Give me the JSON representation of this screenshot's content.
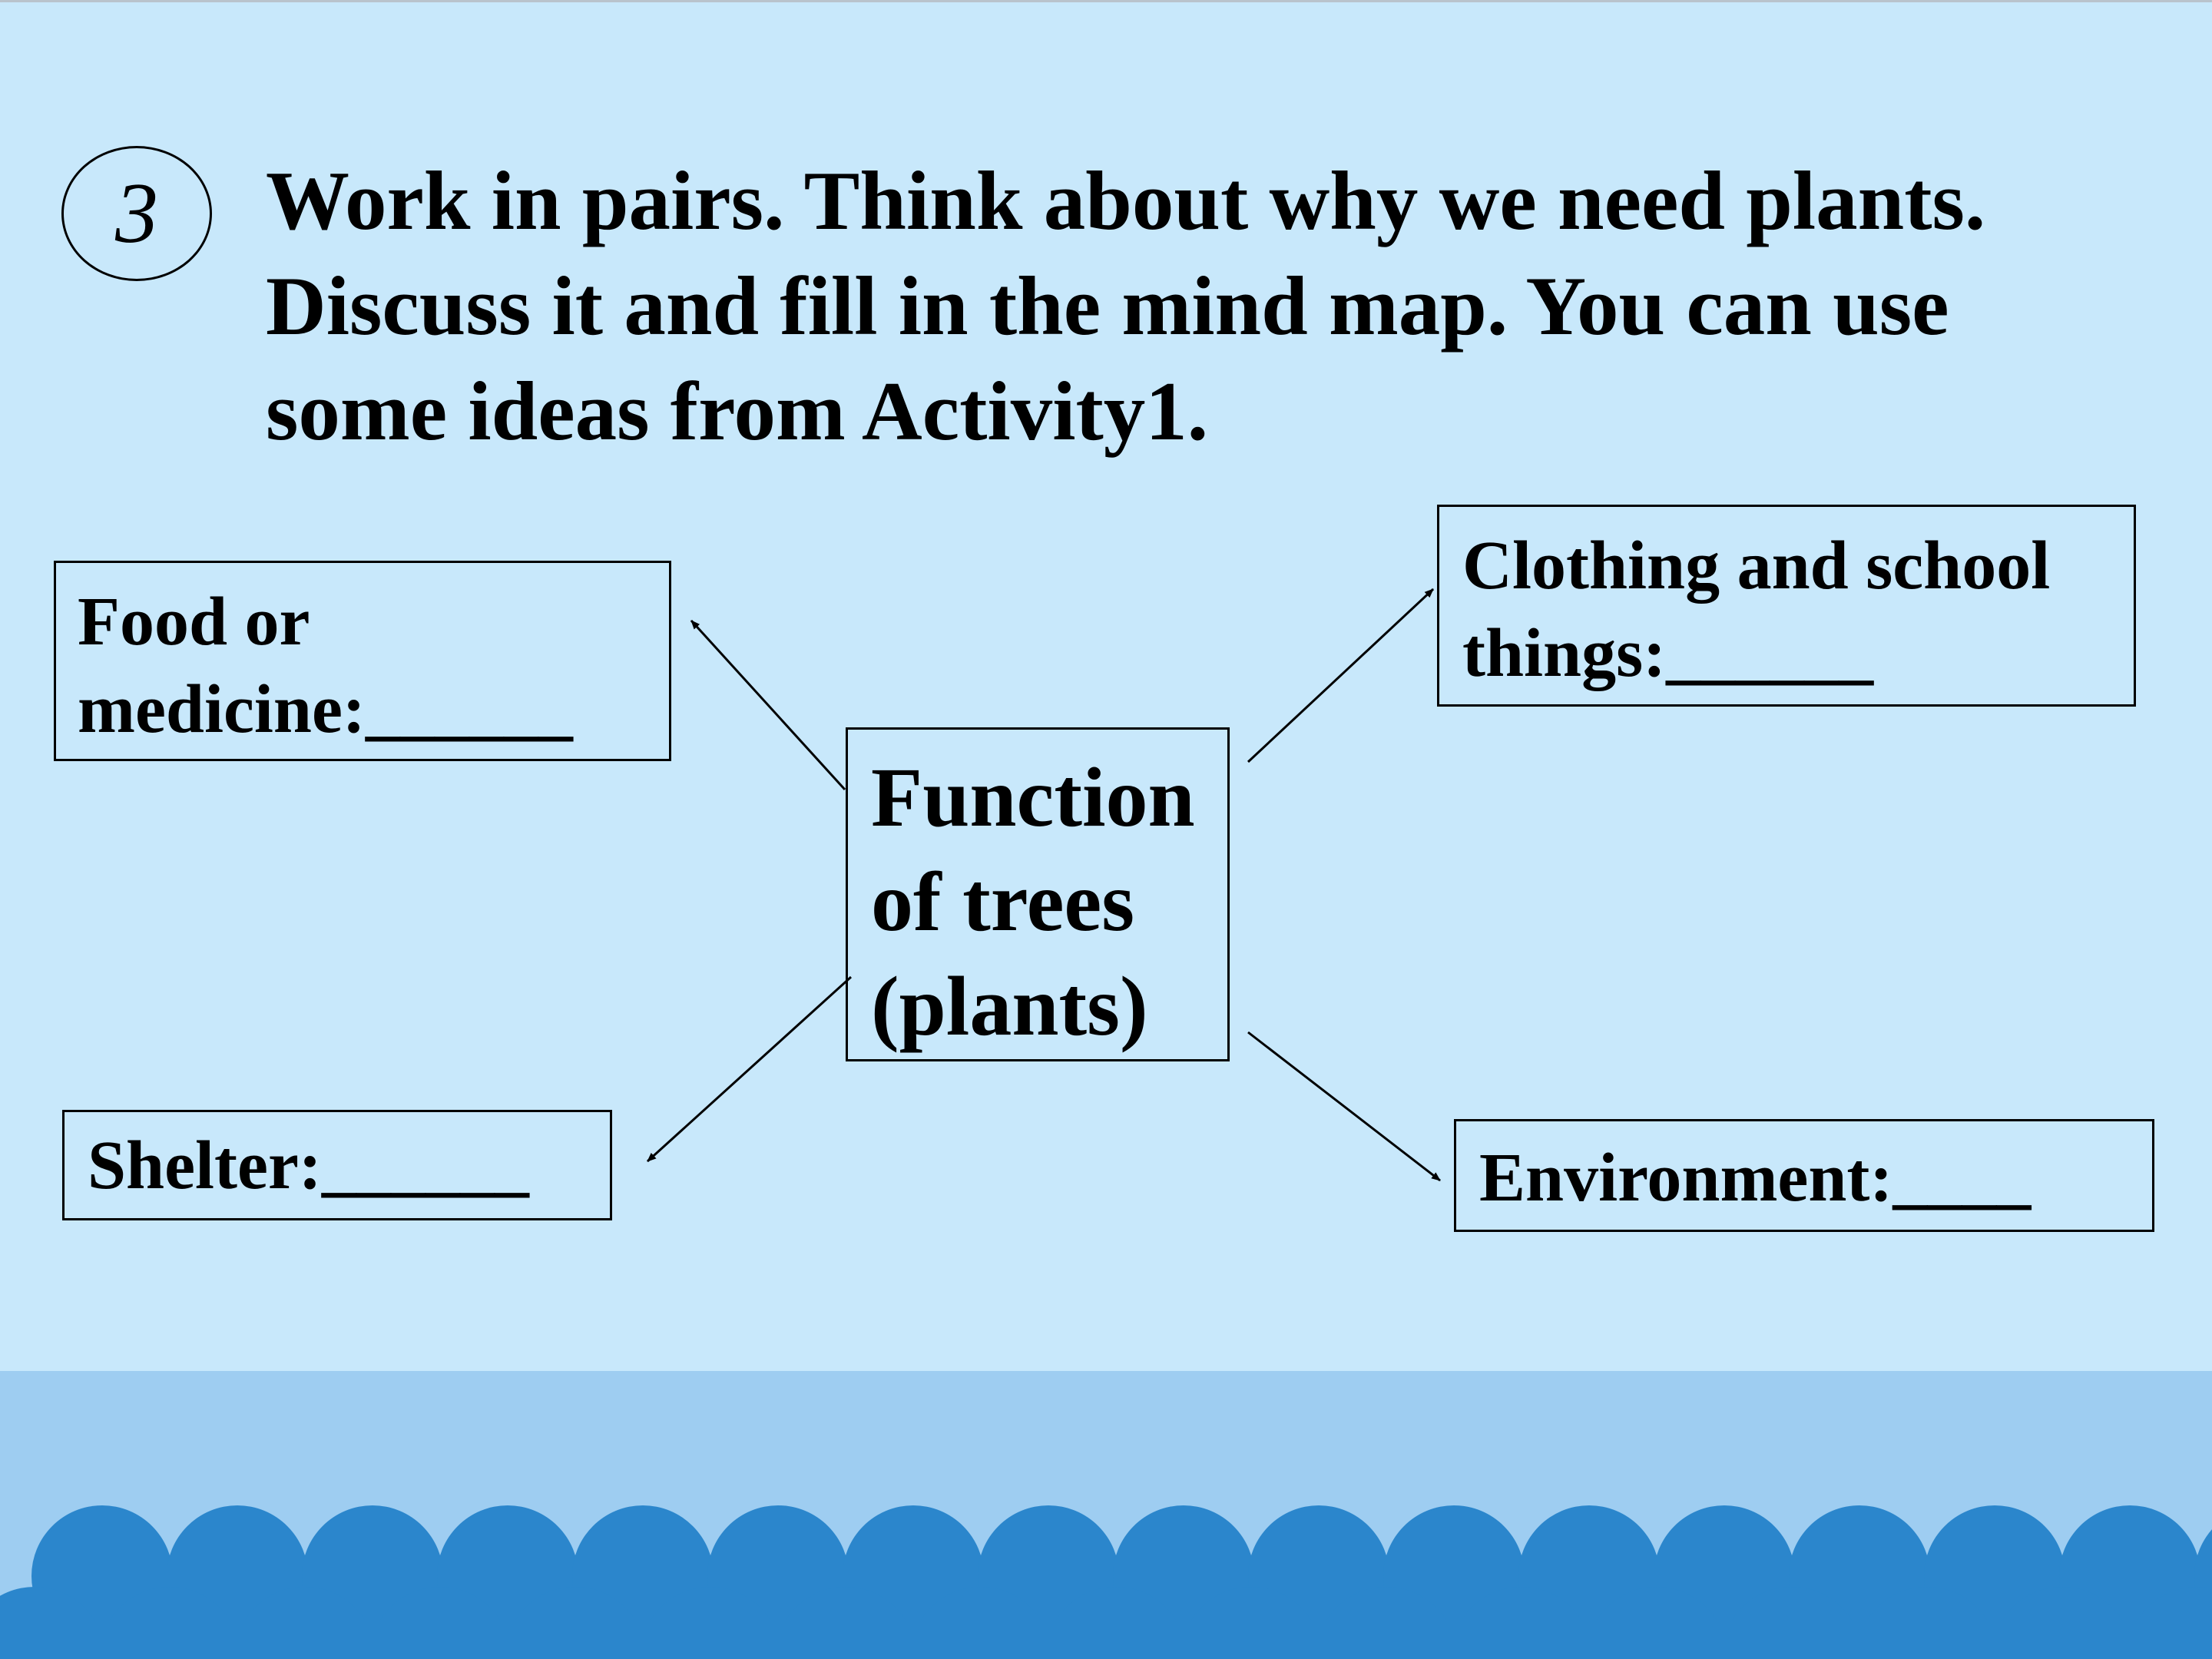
{
  "activity": {
    "number": "3",
    "instruction_lines": [
      "Work in pairs. Think about why we need plants.",
      "Discuss it and fill in the mind map. You can use",
      "some ideas from Activity1."
    ]
  },
  "mind_map": {
    "center": {
      "lines": [
        "Function",
        "of trees",
        "(plants)"
      ]
    },
    "food": {
      "lines": [
        "Food or",
        "medicine:______"
      ]
    },
    "clothing": {
      "lines": [
        "Clothing and school",
        "things:______"
      ]
    },
    "shelter": {
      "lines": [
        "Shelter:______"
      ]
    },
    "environment": {
      "lines": [
        "Environment:____"
      ]
    }
  },
  "colors": {
    "background": "#c8e8fb",
    "band": "#9ecdf1",
    "wave": "#2b86cc"
  }
}
